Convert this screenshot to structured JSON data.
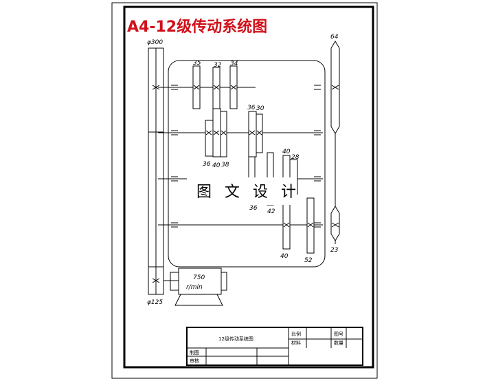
{
  "title": "A4-12级传动系统图",
  "watermark": "图 文 设 计",
  "pulley_large": "φ300",
  "pulley_small": "φ125",
  "motor_speed": "750",
  "motor_unit": "r/min",
  "gear_labels": {
    "g35": "35",
    "g32": "32",
    "g34": "34",
    "g36a": "36",
    "g30": "30",
    "g36b": "36",
    "g40a": "40",
    "g38": "38",
    "g40b": "40",
    "g28": "28",
    "g36c": "36",
    "g42": "42",
    "g40c": "40",
    "g52": "52",
    "g64": "64",
    "g23": "23"
  },
  "title_block": {
    "drawing_name": "12级传动系统图",
    "scale_label": "比例",
    "material_label": "材料",
    "drawing_no_label": "图号",
    "quantity_label": "数量",
    "drawn_label": "制图",
    "checked_label": "审核"
  }
}
